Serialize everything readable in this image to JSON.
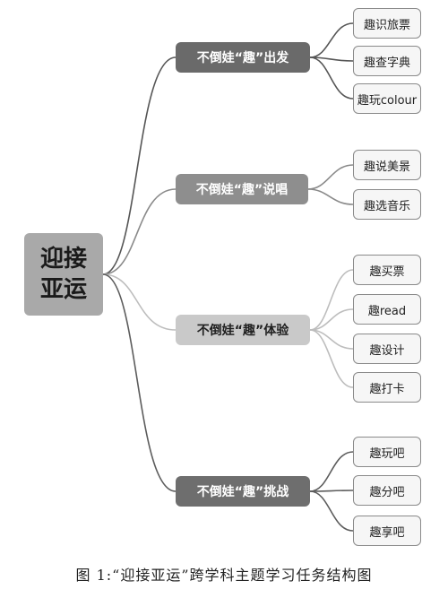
{
  "root": {
    "line1": "迎接",
    "line2": "亚运"
  },
  "branches": [
    {
      "label": "不倒娃“趣”出发",
      "color": "#6a6a6a",
      "line_color": "#555555",
      "leaves": [
        "趣识旅票",
        "趣查字典",
        "趣玩colour"
      ]
    },
    {
      "label": "不倒娃“趣”说唱",
      "color": "#8e8e8e",
      "line_color": "#8a8a8a",
      "leaves": [
        "趣说美景",
        "趣选音乐"
      ]
    },
    {
      "label": "不倒娃“趣”体验",
      "color": "#c9c9c9",
      "line_color": "#bdbdbd",
      "leaves": [
        "趣买票",
        "趣read",
        "趣设计",
        "趣打卡"
      ]
    },
    {
      "label": "不倒娃“趣”挑战",
      "color": "#6e6e6e",
      "line_color": "#5c5c5c",
      "leaves": [
        "趣玩吧",
        "趣分吧",
        "趣享吧"
      ]
    }
  ],
  "caption": "图 1:“迎接亚运”跨学科主题学习任务结构图"
}
